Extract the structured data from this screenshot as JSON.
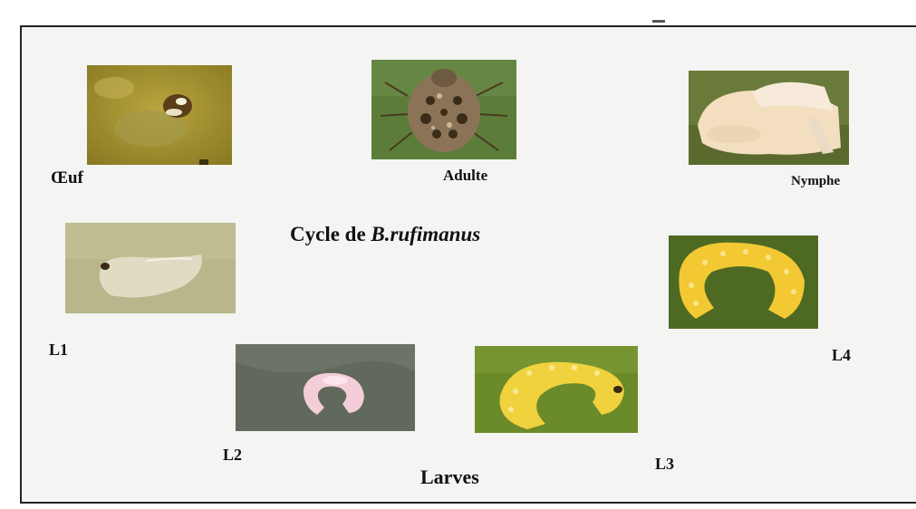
{
  "title": {
    "prefix": "Cycle de ",
    "species": "B.rufimanus"
  },
  "stages": {
    "egg": "Œuf",
    "adult": "Adulte",
    "pupa": "Nymphe",
    "l1": "L1",
    "l2": "L2",
    "l3": "L3",
    "l4": "L4"
  },
  "larvae_label": "Larves",
  "colors": {
    "frame_border": "#222222",
    "background": "#f4f4f2",
    "larva_yellow": "#f2c933",
    "pupa_cream": "#f3dfc0"
  }
}
